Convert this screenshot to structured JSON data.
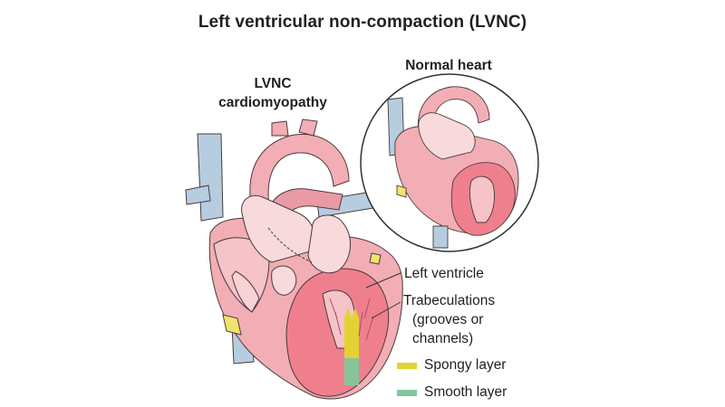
{
  "title": "Left ventricular non-compaction (LVNC)",
  "labels": {
    "lvnc_line1": "LVNC",
    "lvnc_line2": "cardiomyopathy",
    "normal_heart": "Normal heart",
    "left_ventricle": "Left ventricle",
    "trabeculations_line1": "Trabeculations",
    "trabeculations_line2": "(grooves or",
    "trabeculations_line3": "channels)"
  },
  "legend": [
    {
      "label": "Spongy layer",
      "color": "#e3d234"
    },
    {
      "label": "Smooth layer",
      "color": "#86c49a"
    }
  ],
  "colors": {
    "heart_fill": "#f2aeb4",
    "heart_dark": "#e77f8c",
    "myocardium": "#f07f8d",
    "vessel_blue": "#b6cde0",
    "outline": "#333333"
  }
}
